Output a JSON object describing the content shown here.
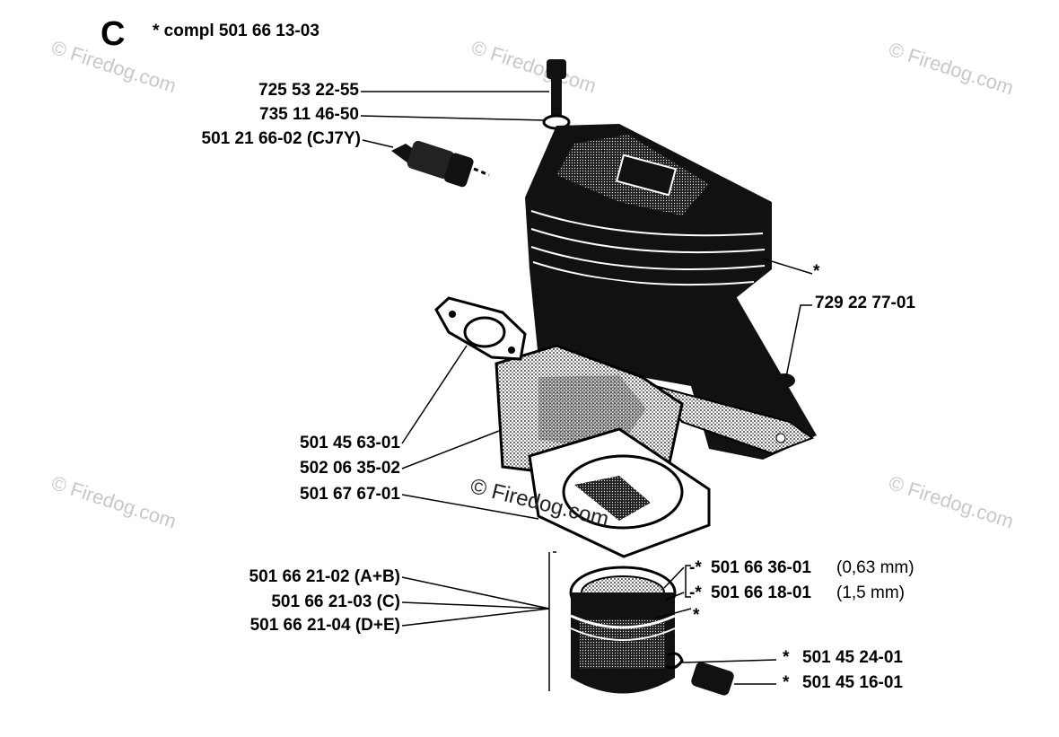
{
  "header": {
    "section_letter": "C",
    "compl_label": "*  compl 501 66 13-03"
  },
  "watermarks": {
    "text": "© Firedog.com"
  },
  "parts": {
    "bolt": "725 53 22-55",
    "washer": "735 11 46-50",
    "spark_plug": "501 21 66-02 (CJ7Y)",
    "cylinder_star": "*",
    "cylinder_screw": "729 22 77-01",
    "muffler_gasket": "501 45 63-01",
    "heat_shield": "502 06 35-02",
    "base_gasket": "501 67 67-01",
    "piston_ab": "501 66 21-02 (A+B)",
    "piston_c": "501 66 21-03 (C)",
    "piston_de": "501 66 21-04 (D+E)",
    "ring_1": "501 66 36-01",
    "ring_1_spec": "(0,63 mm)",
    "ring_1_prefix": "-*",
    "ring_2": "501 66 18-01",
    "ring_2_spec": "(1,5 mm)",
    "ring_2_prefix": "-*",
    "piston_star": "*",
    "circlip": "501 45 24-01",
    "circlip_star": "*",
    "gudgeon_pin": "501 45 16-01",
    "gudgeon_star": "*"
  }
}
